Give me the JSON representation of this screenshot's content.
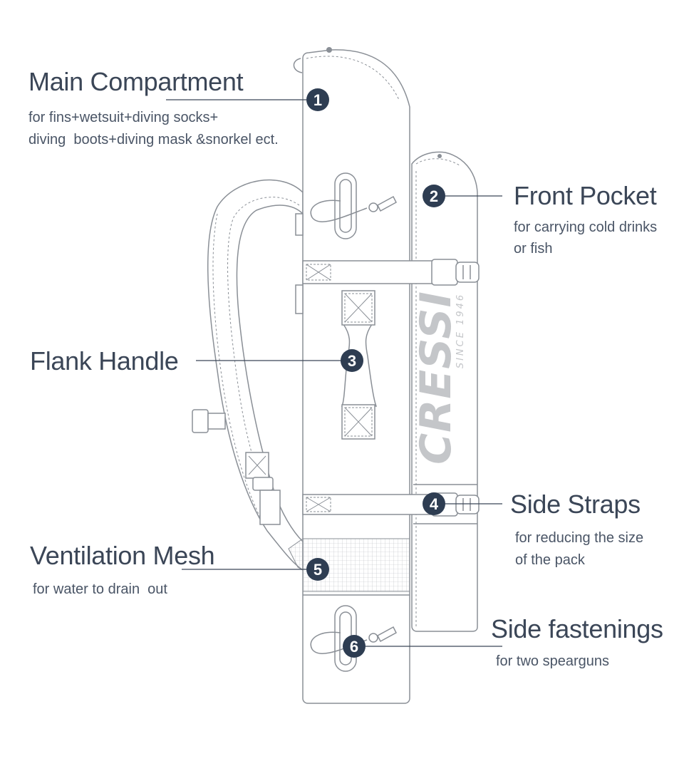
{
  "brand": {
    "logo_text": "CRESSI",
    "since_text": "SINCE 1946"
  },
  "colors": {
    "outline": "#8a8f96",
    "badge": "#2e3d52",
    "text": "#3b4657"
  },
  "callouts": [
    {
      "number": "1",
      "title": "Main Compartment",
      "description": [
        "for fins+wetsuit+diving socks+",
        "diving  boots+diving mask &snorkel ect."
      ]
    },
    {
      "number": "2",
      "title": "Front Pocket",
      "description": [
        "for carrying cold drinks",
        "or fish"
      ]
    },
    {
      "number": "3",
      "title": "Flank Handle",
      "description": []
    },
    {
      "number": "4",
      "title": "Side Straps",
      "description": [
        "for reducing the size",
        "of the pack"
      ]
    },
    {
      "number": "5",
      "title": "Ventilation Mesh",
      "description": [
        "for water to drain  out"
      ]
    },
    {
      "number": "6",
      "title": "Side fastenings",
      "description": [
        "for two spearguns"
      ]
    }
  ]
}
